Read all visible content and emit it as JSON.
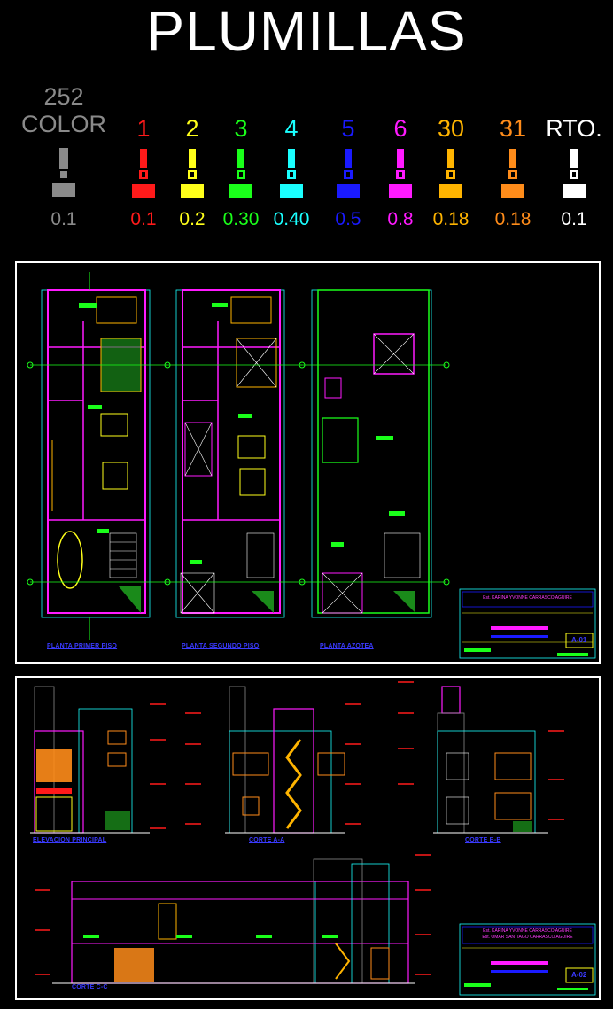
{
  "title": "PLUMILLAS",
  "pen_252": {
    "number": "252",
    "label": "COLOR",
    "width": "0.1",
    "color": "#8a8a8a"
  },
  "pens": [
    {
      "number": "1",
      "width": "0.1",
      "color": "#ff1a1a"
    },
    {
      "number": "2",
      "width": "0.2",
      "color": "#ffff1a"
    },
    {
      "number": "3",
      "width": "0.30",
      "color": "#1aff1a"
    },
    {
      "number": "4",
      "width": "0.40",
      "color": "#1affff"
    },
    {
      "number": "5",
      "width": "0.5",
      "color": "#1a1aff"
    },
    {
      "number": "6",
      "width": "0.8",
      "color": "#ff1aff"
    },
    {
      "number": "30",
      "width": "0.18",
      "color": "#ffb400"
    },
    {
      "number": "31",
      "width": "0.18",
      "color": "#ff8c1a"
    },
    {
      "number": "RTO.",
      "width": "0.1",
      "color": "#ffffff"
    }
  ],
  "sheet1": {
    "plan_labels": [
      "PLANTA PRIMER PISO",
      "PLANTA SEGUNDO PISO",
      "PLANTA AZOTEA"
    ],
    "titleblock": {
      "name": "Est. KARINA YVONNE CARRASCO AGUIRE",
      "code": "A-01"
    }
  },
  "sheet2": {
    "view_labels": [
      "ELEVACION PRINCIPAL",
      "CORTE A-A",
      "CORTE B-B",
      "CORTE C-C"
    ],
    "titleblock": {
      "name": "Est. KARINA YVONNE CARRASCO AGUIRE",
      "name2": "Est. OMAR SANTIAGO CARRASCO AGUIRE",
      "code": "A-02"
    }
  }
}
